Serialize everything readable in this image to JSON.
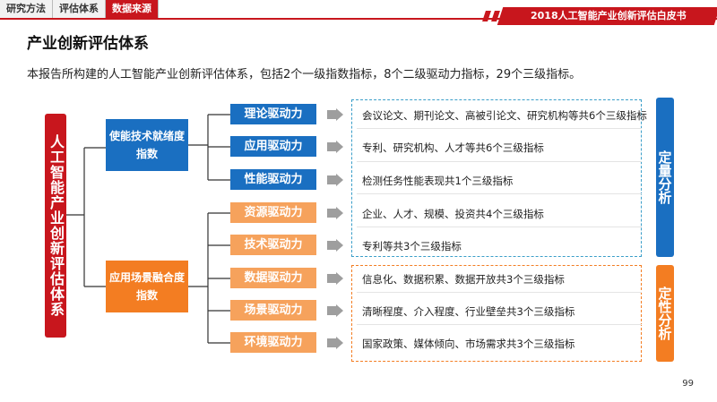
{
  "tabs": [
    "研究方法",
    "评估体系",
    "数据来源"
  ],
  "banner": "2018人工智能产业创新评估白皮书",
  "page_title": "产业创新评估体系",
  "intro": "本报告所构建的人工智能产业创新评估体系，包括2个一级指数指标，8个二级驱动力指标，29个三级指标。",
  "root": "人工智能产业创新评估体系",
  "level1": [
    {
      "label": "使能技术就绪度指数",
      "color": "#1a6fc1"
    },
    {
      "label": "应用场景融合度指数",
      "color": "#f37d22"
    }
  ],
  "level2": [
    {
      "label": "理论驱动力",
      "desc": "会议论文、期刊论文、高被引论文、研究机构等共6个三级指标"
    },
    {
      "label": "应用驱动力",
      "desc": "专利、研究机构、人才等共6个三级指标"
    },
    {
      "label": "性能驱动力",
      "desc": "检测任务性能表现共1个三级指标"
    },
    {
      "label": "资源驱动力",
      "desc": "企业、人才、规模、投资共4个三级指标"
    },
    {
      "label": "技术驱动力",
      "desc": "专利等共3个三级指标"
    },
    {
      "label": "数据驱动力",
      "desc": "信息化、数据积累、数据开放共3个三级指标"
    },
    {
      "label": "场景驱动力",
      "desc": "清晰程度、介入程度、行业壁垒共3个三级指标"
    },
    {
      "label": "环境驱动力",
      "desc": "国家政策、媒体倾向、市场需求共3个三级指标"
    }
  ],
  "side": {
    "quant": "定量分析",
    "qual": "定性分析"
  },
  "page_number": "99",
  "colors": {
    "red": "#c8161d",
    "blue": "#1a6fc1",
    "orange": "#f37d22",
    "light_orange": "#f6a25c"
  }
}
